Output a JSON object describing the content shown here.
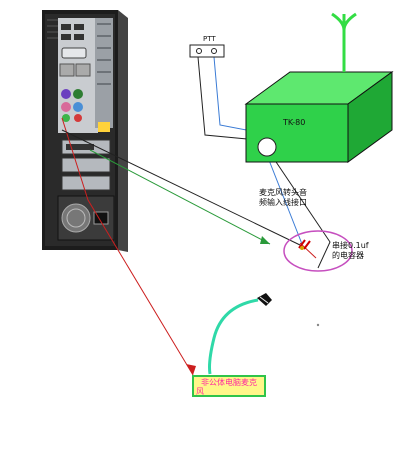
{
  "labels": {
    "ptt": "PTT",
    "radio_model": "TK-80",
    "mic_input_line1": "麦克风转头音",
    "mic_input_line2": "频输入线接口",
    "capacitor_line1": "串接0.1uf",
    "capacitor_line2": "的电容器",
    "pc_mic_line1": "非公体电脑麦克",
    "pc_mic_line2": "风"
  },
  "colors": {
    "radio_front": "#2fd14a",
    "radio_top": "#5ee86f",
    "radio_side": "#1fa835",
    "antenna": "#33dd44",
    "pc_case": "#1c1c1c",
    "wire_red": "#cc1f1f",
    "wire_green": "#2a9a3a",
    "wire_black": "#222222",
    "wire_blue": "#3a7bd5",
    "mic_cable": "#2fd9a8",
    "ellipse": "#c64fbf",
    "mic_label_bg": "#fff68a",
    "mic_label_border": "#2fc44a",
    "mic_label_text": "#ff2aa0"
  },
  "icons": [
    "antenna-icon",
    "ptt-switch-icon",
    "microphone-icon",
    "capacitor-icon"
  ]
}
